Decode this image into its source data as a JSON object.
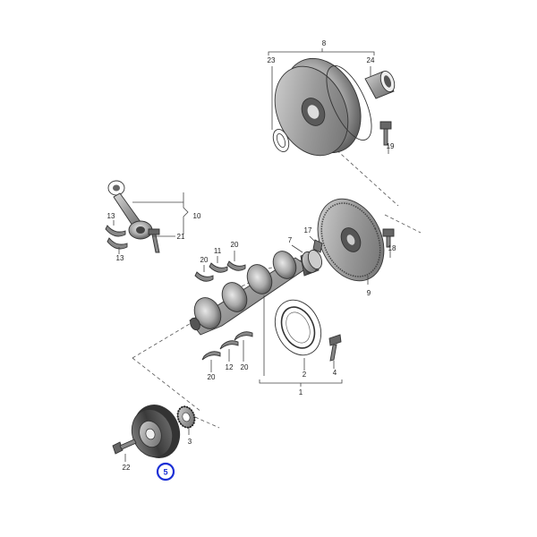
{
  "labels": {
    "l1": "1",
    "l2": "2",
    "l3": "3",
    "l4": "4",
    "l5": "5",
    "l7": "7",
    "l8": "8",
    "l9": "9",
    "l10": "10",
    "l11": "11",
    "l12": "12",
    "l13a": "13",
    "l13b": "13",
    "l17": "17",
    "l18": "18",
    "l19": "19",
    "l20a": "20",
    "l20b": "20",
    "l20c": "20",
    "l20d": "20",
    "l21": "21",
    "l22": "22",
    "l23": "23",
    "l24": "24"
  },
  "highlight": {
    "color": "#1a2fd6",
    "part": "5"
  }
}
